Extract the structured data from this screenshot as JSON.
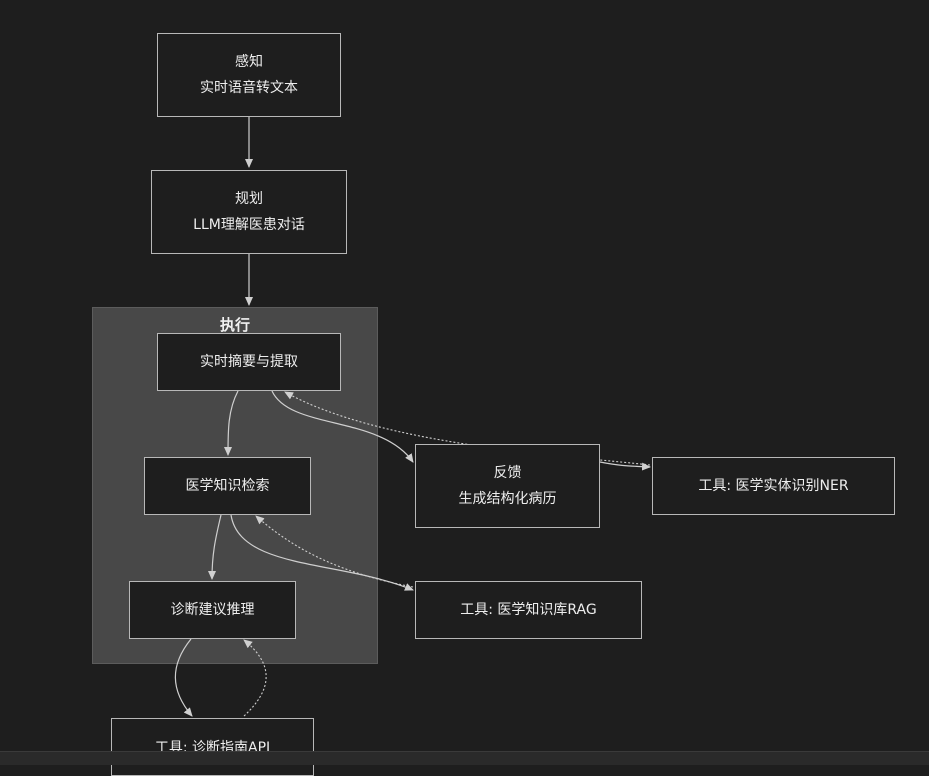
{
  "subgraph": {
    "title": "执行"
  },
  "nodes": {
    "perceive": {
      "line1": "感知",
      "line2": "实时语音转文本"
    },
    "plan": {
      "line1": "规划",
      "line2": "LLM理解医患对话"
    },
    "summarize": {
      "label": "实时摘要与提取"
    },
    "retrieve": {
      "label": "医学知识检索"
    },
    "diagnose": {
      "label": "诊断建议推理"
    },
    "feedback": {
      "line1": "反馈",
      "line2": "生成结构化病历"
    },
    "tool_ner": {
      "label": "工具: 医学实体识别NER"
    },
    "tool_rag": {
      "label": "工具: 医学知识库RAG"
    },
    "tool_api": {
      "label": "工具: 诊断指南API"
    }
  },
  "colors": {
    "background": "#1e1e1e",
    "subgraph_fill": "#484848",
    "node_border": "#b8b8b8",
    "edge": "#cfcfcf",
    "text": "#eeeeee"
  }
}
